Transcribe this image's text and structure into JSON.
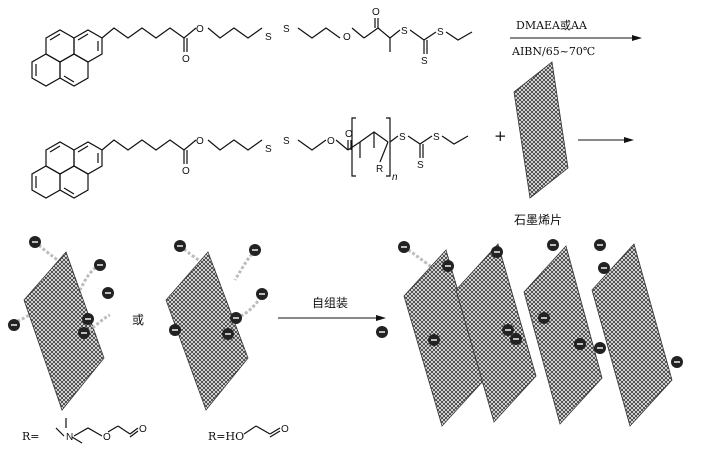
{
  "reaction_1": {
    "condition_top": "DMAEA或AA",
    "condition_bottom": "AIBN/65~70℃"
  },
  "reaction_2": {
    "plus": "+",
    "graphene_label": "石墨烯片",
    "polymer_subscript": "n",
    "polymer_R": "R"
  },
  "assembly": {
    "or_label": "或",
    "arrow_label": "自组装"
  },
  "r_groups": {
    "r1_prefix": "R=",
    "r2_prefix": "R=HO"
  },
  "atoms": {
    "O": "O",
    "S": "S",
    "N": "N"
  },
  "colors": {
    "ink": "#111111",
    "sheet": "#4a4a4a",
    "ball": "#222222",
    "chain": "#bdbdbd"
  }
}
